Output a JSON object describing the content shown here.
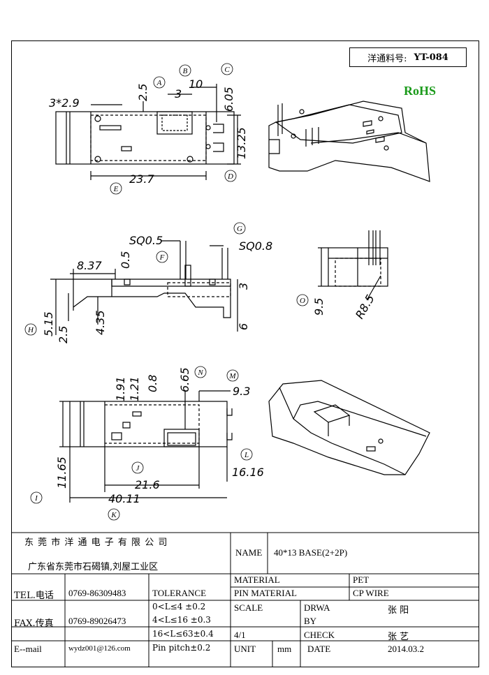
{
  "header": {
    "part_label": "洋通料号:",
    "part_number": "YT-084",
    "rohs": "RoHS"
  },
  "dimensions": {
    "top_view": {
      "holes": "3*2.9",
      "d1": "2.5",
      "d2": "3",
      "d3": "10",
      "d4": "6.05",
      "d5": "13.25",
      "d6": "23.7"
    },
    "side_view": {
      "sq1": "SQ0.5",
      "sq2": "SQ0.8",
      "d1": "8.37",
      "d2": "0.5",
      "d3": "5.15",
      "d4": "2.5",
      "d5": "4.35",
      "d6": "3",
      "d7": "6"
    },
    "end_view": {
      "d1": "9.5",
      "r1": "R8.5"
    },
    "bottom_view": {
      "d1": "1.91",
      "d2": "1.21",
      "d3": "0.8",
      "d4": "6.65",
      "d5": "9.3",
      "d6": "11.65",
      "d7": "21.6",
      "d8": "16.16",
      "d9": "40.11"
    }
  },
  "callouts": [
    "A",
    "B",
    "C",
    "D",
    "E",
    "F",
    "G",
    "H",
    "O",
    "N",
    "M",
    "I",
    "J",
    "L",
    "K"
  ],
  "title_block": {
    "company": "东 莞 市 洋 通 电 子 有 限 公 司",
    "address": "广东省东莞市石碣镇,刘屋工业区",
    "name_label": "NAME",
    "name_value": "40*13 BASE(2+2P)",
    "material_label": "MATERIAL",
    "material_value": "PET",
    "pin_material_label": "PIN MATERIAL",
    "pin_material_value": "CP WIRE",
    "tel_label": "TEL.电话",
    "tel_value": "0769-86309483",
    "fax_label": "FAX.传真",
    "fax_value": "0769-89026473",
    "email_label": "E--mail",
    "email_value": "wydz001@126.com",
    "tolerance_label": "TOLERANCE",
    "tol1": "0<L≤4   ±0.2",
    "tol2": "4<L≤16  ±0.3",
    "tol3": "16<L≤63±0.4",
    "tol4": "Pin pitch±0.2",
    "scale_label": "SCALE",
    "scale_value": "4/1",
    "drwa_label1": "DRWA",
    "drwa_label2": "BY",
    "drwa_value": "张 阳",
    "check_label": "CHECK",
    "check_value": "张 艺",
    "unit_label": "UNIT",
    "unit_value": "mm",
    "date_label": "DATE",
    "date_value": "2014.03.2"
  }
}
